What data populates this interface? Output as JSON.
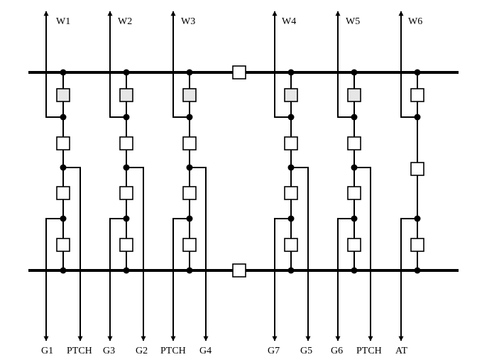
{
  "diagram": {
    "box_fill_primary": "#e6e6e6",
    "box_fill_default": "#ffffff",
    "line_color": "#000000",
    "top_labels": {
      "w1": "W1",
      "w2": "W2",
      "w3": "W3",
      "w4": "W4",
      "w5": "W5",
      "w6": "W6"
    },
    "bottom_labels": {
      "g1": "G1",
      "ptch1": "PTCH",
      "g3": "G3",
      "g2": "G2",
      "ptch2": "PTCH",
      "g4": "G4",
      "g7": "G7",
      "g5": "G5",
      "g6": "G6",
      "ptch3": "PTCH",
      "at": "AT"
    }
  }
}
